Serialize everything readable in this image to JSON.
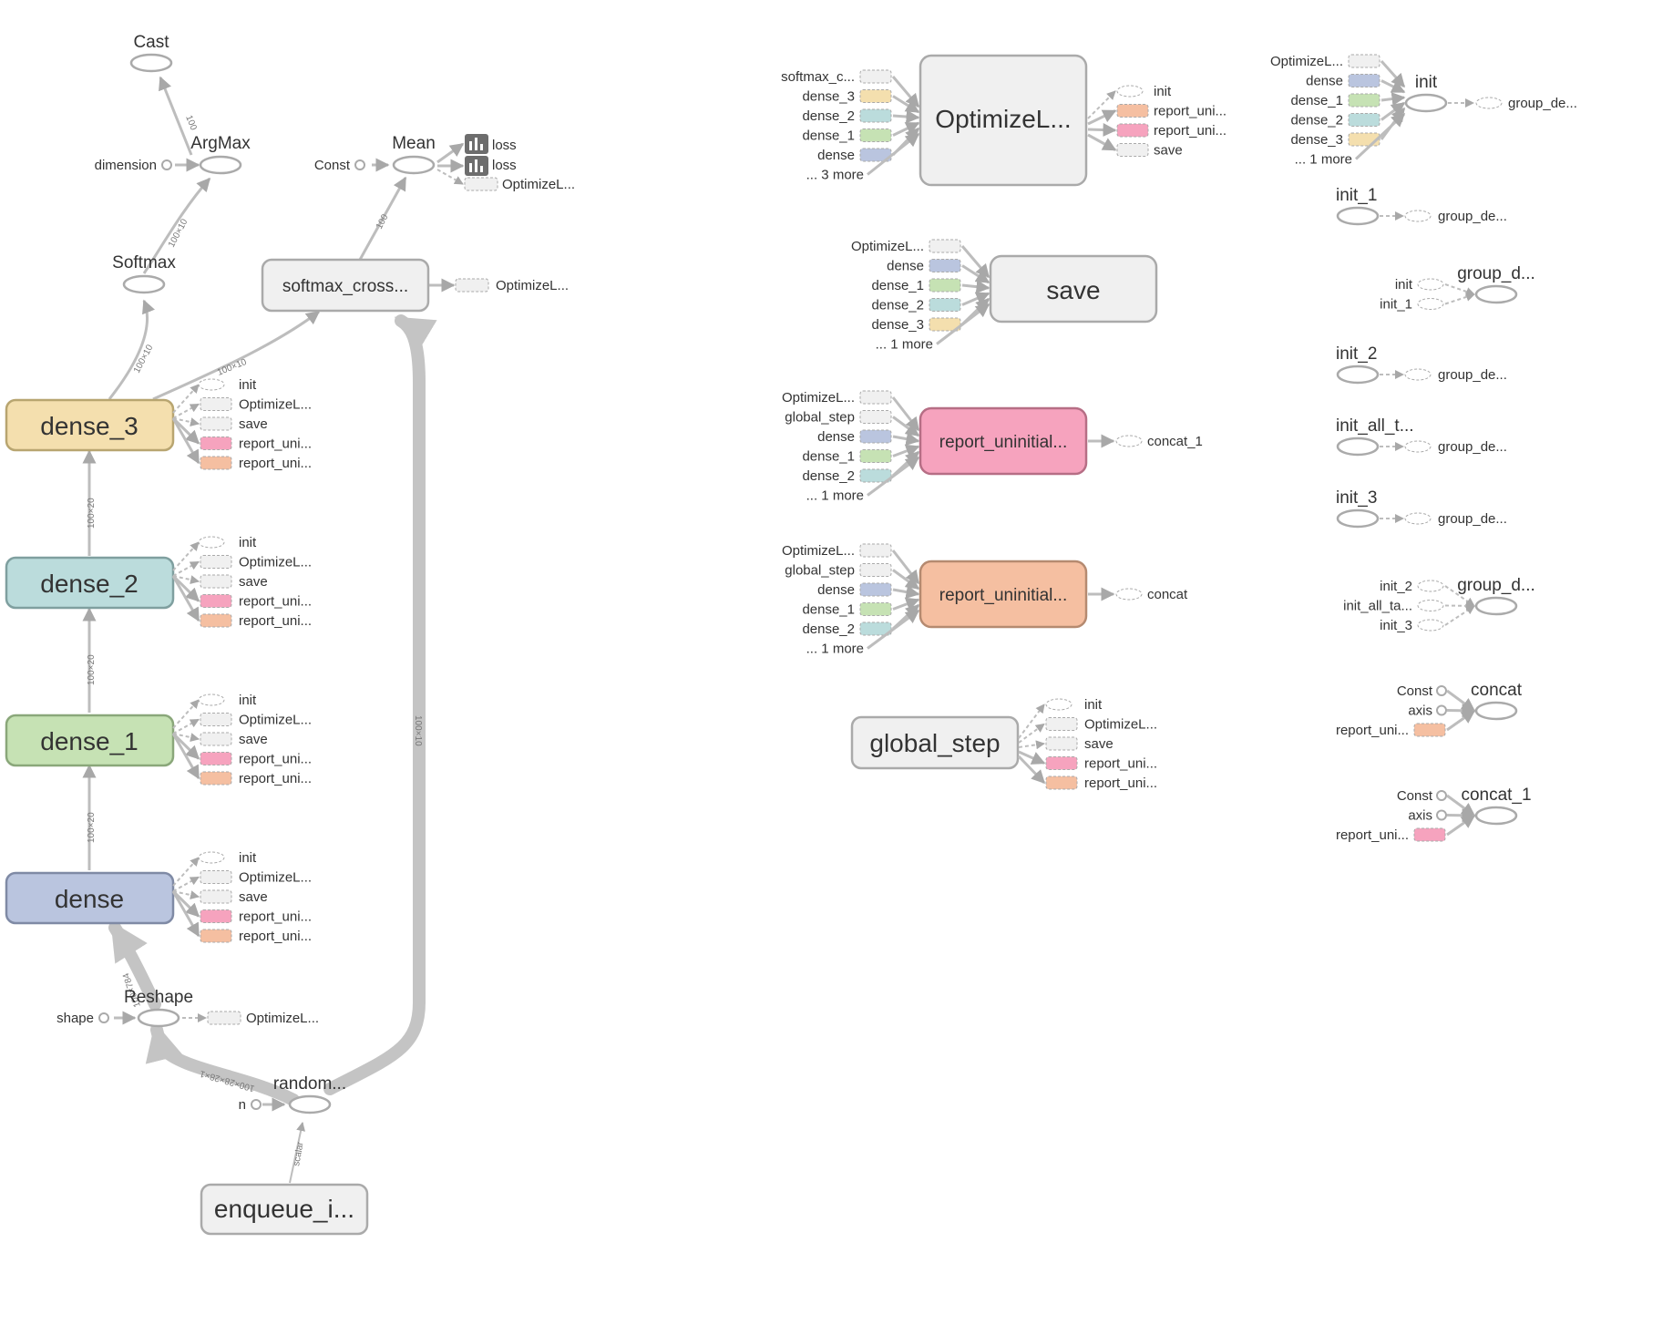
{
  "colors": {
    "node_gray": "#f0f0f0",
    "node_border": "#aaaaaa",
    "dense": "#bac5df",
    "dense_1": "#c6e2b4",
    "dense_2": "#bbdcdc",
    "dense_3": "#f4dfae",
    "report_pink": "#f6a3be",
    "report_orange": "#f5bfa1",
    "edge": "#bdbdbd",
    "summary_icon": "#6d6d6d"
  },
  "main": {
    "cast": "Cast",
    "argmax": "ArgMax",
    "dimension": "dimension",
    "softmax": "Softmax",
    "const": "Const",
    "mean": "Mean",
    "loss_a": "loss",
    "loss_b": "loss",
    "mean_opt": "OptimizeL...",
    "softmax_cross": "softmax_cross...",
    "softmax_cross_opt": "OptimizeL...",
    "dense_3": "dense_3",
    "dense_2": "dense_2",
    "dense_1": "dense_1",
    "dense": "dense",
    "reshape": "Reshape",
    "shape": "shape",
    "reshape_opt": "OptimizeL...",
    "random": "random...",
    "n": "n",
    "enqueue": "enqueue_i...",
    "dense_side": [
      "init",
      "OptimizeL...",
      "save",
      "report_uni...",
      "report_uni..."
    ],
    "edge_labels": {
      "argmax_cast": "100",
      "softmax_argmax": "100×10",
      "dense3_softmax": "100×10",
      "dense3_cross": "100×10",
      "cross_mean": "100",
      "dense2_dense3": "100×20",
      "dense1_dense2": "100×20",
      "dense_dense1": "100×20",
      "reshape_dense": "100×784",
      "random_reshape": "100×28×28×1",
      "random_cross": "100×10",
      "enqueue_random": "scalar"
    }
  },
  "optimize": {
    "title": "OptimizeL...",
    "inputs": [
      "softmax_c...",
      "dense_3",
      "dense_2",
      "dense_1",
      "dense",
      "... 3 more"
    ],
    "outputs": [
      "init",
      "report_uni...",
      "report_uni...",
      "save"
    ]
  },
  "save": {
    "title": "save",
    "inputs": [
      "OptimizeL...",
      "dense",
      "dense_1",
      "dense_2",
      "dense_3",
      "... 1 more"
    ]
  },
  "report_pink": {
    "title": "report_uninitial...",
    "inputs": [
      "OptimizeL...",
      "global_step",
      "dense",
      "dense_1",
      "dense_2",
      "... 1 more"
    ],
    "output": "concat_1"
  },
  "report_orange": {
    "title": "report_uninitial...",
    "inputs": [
      "OptimizeL...",
      "global_step",
      "dense",
      "dense_1",
      "dense_2",
      "... 1 more"
    ],
    "output": "concat"
  },
  "global_step": {
    "title": "global_step",
    "outputs": [
      "init",
      "OptimizeL...",
      "save",
      "report_uni...",
      "report_uni..."
    ]
  },
  "right": {
    "init": {
      "title": "init",
      "inputs": [
        "OptimizeL...",
        "dense",
        "dense_1",
        "dense_2",
        "dense_3",
        "... 1 more"
      ],
      "output": "group_de..."
    },
    "init_1": {
      "title": "init_1",
      "output": "group_de..."
    },
    "group_d1": {
      "title": "group_d...",
      "inputs": [
        "init",
        "init_1"
      ]
    },
    "init_2": {
      "title": "init_2",
      "output": "group_de..."
    },
    "init_all": {
      "title": "init_all_t...",
      "output": "group_de..."
    },
    "init_3": {
      "title": "init_3",
      "output": "group_de..."
    },
    "group_d2": {
      "title": "group_d...",
      "inputs": [
        "init_2",
        "init_all_ta...",
        "init_3"
      ]
    },
    "concat": {
      "title": "concat",
      "inputs": [
        "Const",
        "axis",
        "report_uni..."
      ]
    },
    "concat_1": {
      "title": "concat_1",
      "inputs": [
        "Const",
        "axis",
        "report_uni..."
      ]
    }
  }
}
